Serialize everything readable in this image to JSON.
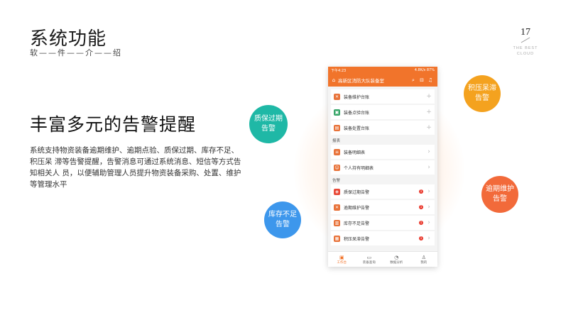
{
  "header": {
    "title": "系统功能",
    "subtitle": "软——件——介——绍",
    "page_number": "17",
    "page_small_text": "THE BEST CLOUD"
  },
  "left": {
    "heading": "丰富多元的告警提醒",
    "description": "系统支持物资装备逾期维护、逾期点验、质保过期、库存不足、积压呆 滞等告警提醒，告警消息可通过系统消息、短信等方式告知相关人 员，以便辅助管理人员提升物资装备采购、处置、维护等管理水平"
  },
  "bubbles": {
    "teal": "质保过期告警",
    "blue": "库存不足告警",
    "yellow": "积压呆滞告警",
    "orange": "逾期维护告警"
  },
  "phone": {
    "status_left": "下午4:23",
    "status_right": "4.8K/s 87%",
    "app_title": "高新区消防大队装备室",
    "ledger_items": [
      {
        "label": "装备维护台账"
      },
      {
        "label": "装备点验台账"
      },
      {
        "label": "装备处置台账"
      }
    ],
    "report_section": "报表",
    "report_items": [
      {
        "label": "装备明细表"
      },
      {
        "label": "个人持有明细表"
      }
    ],
    "alert_section": "告警",
    "alert_items": [
      {
        "label": "质保过期告警",
        "badge": "1"
      },
      {
        "label": "逾期维护告警",
        "badge": "1"
      },
      {
        "label": "库存不足告警",
        "badge": "1"
      },
      {
        "label": "积压呆滞告警",
        "badge": "1"
      }
    ],
    "tabs": [
      {
        "label": "工作台"
      },
      {
        "label": "装备查询"
      },
      {
        "label": "数据分析"
      },
      {
        "label": "我的"
      }
    ]
  },
  "colors": {
    "brand": "#f1742b",
    "teal": "#1fb8a6",
    "blue": "#3d97ec",
    "yellow": "#f4a21f",
    "orange": "#f26a3a"
  }
}
